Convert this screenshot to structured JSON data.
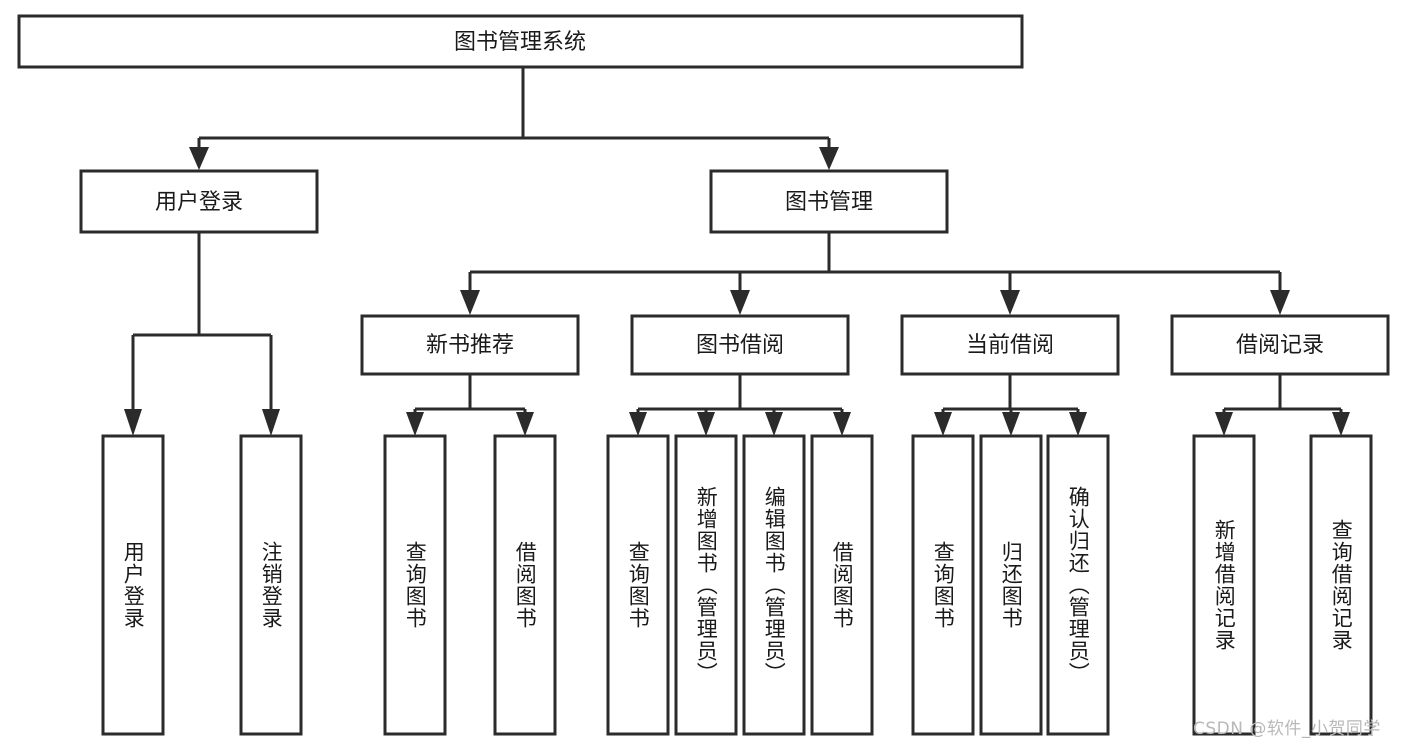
{
  "diagram": {
    "type": "tree-hierarchy",
    "title": "图书管理系统",
    "root": {
      "id": "root",
      "label": "图书管理系统"
    },
    "level2": [
      {
        "id": "user-login",
        "label": "用户登录"
      },
      {
        "id": "book-manage",
        "label": "图书管理"
      }
    ],
    "level3": [
      {
        "id": "new-book-recommend",
        "label": "新书推荐",
        "parent": "book-manage"
      },
      {
        "id": "book-borrow",
        "label": "图书借阅",
        "parent": "book-manage"
      },
      {
        "id": "current-borrow",
        "label": "当前借阅",
        "parent": "book-manage"
      },
      {
        "id": "borrow-record",
        "label": "借阅记录",
        "parent": "book-manage"
      }
    ],
    "leaves": {
      "user-login": [
        {
          "id": "leaf-user-login",
          "label": "用户登录"
        },
        {
          "id": "leaf-logout-login",
          "label": "注销登录"
        }
      ],
      "new-book-recommend": [
        {
          "id": "leaf-query-book-1",
          "label": "查询图书"
        },
        {
          "id": "leaf-borrow-book-1",
          "label": "借阅图书"
        }
      ],
      "book-borrow": [
        {
          "id": "leaf-query-book-2",
          "label": "查询图书"
        },
        {
          "id": "leaf-add-book",
          "label": "新增图书（管理员）"
        },
        {
          "id": "leaf-edit-book",
          "label": "编辑图书（管理员）"
        },
        {
          "id": "leaf-borrow-book-2",
          "label": "借阅图书"
        }
      ],
      "current-borrow": [
        {
          "id": "leaf-query-book-3",
          "label": "查询图书"
        },
        {
          "id": "leaf-return-book",
          "label": "归还图书"
        },
        {
          "id": "leaf-confirm-return",
          "label": "确认归还（管理员）"
        }
      ],
      "borrow-record": [
        {
          "id": "leaf-add-record",
          "label": "新增借阅记录"
        },
        {
          "id": "leaf-query-record",
          "label": "查询借阅记录"
        }
      ]
    },
    "colors": {
      "stroke": "#2b2b2b",
      "fill": "#ffffff",
      "text": "#1a1a1a",
      "watermark": "#b8b8b8",
      "background": "#ffffff"
    }
  },
  "watermark": {
    "text": "CSDN @软件_小贺同学"
  }
}
